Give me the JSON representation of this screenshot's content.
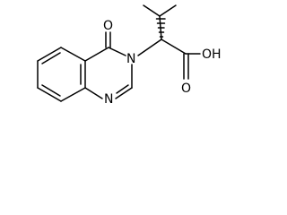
{
  "atoms": {
    "carbonyl_oxygen": "O",
    "ring_nitrogen_3": "N",
    "ring_nitrogen_1": "N",
    "hydroxyl": "OH",
    "acid_carbonyl_oxygen": "O"
  },
  "colors": {
    "bond": "#000000",
    "label": "#000000",
    "background": "#ffffff"
  }
}
